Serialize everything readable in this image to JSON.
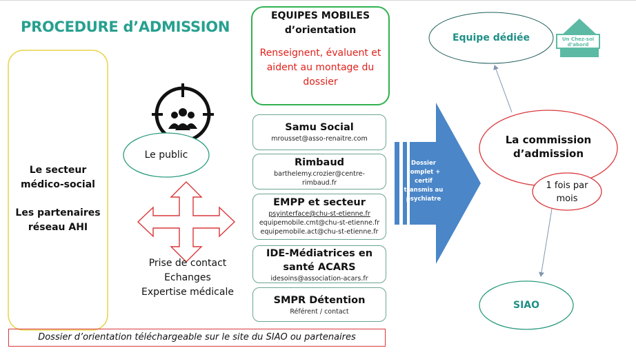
{
  "title": "PROCEDURE d’ADMISSION",
  "left_panel": {
    "line1": "Le secteur",
    "line2": "médico-social",
    "line3": "Les partenaires",
    "line4": "réseau AHI"
  },
  "public": {
    "label": "Le public"
  },
  "actions": [
    "Prise de contact",
    "Echanges",
    "Expertise médicale"
  ],
  "equipes_mobiles": {
    "title1": "EQUIPES MOBILES",
    "title2": "d’orientation",
    "desc": "Renseignent, évaluent et aident au montage du dossier"
  },
  "partners": [
    {
      "name": "Samu Social",
      "contacts": [
        "mrousset@asso-renaitre.com"
      ]
    },
    {
      "name": "Rimbaud",
      "contacts": [
        "barthelemy.crozier@centre-rimbaud.fr"
      ]
    },
    {
      "name": "EMPP et secteur",
      "link": "psyinterface@chu-st-etienne.fr",
      "contacts": [
        "equipemobile.cmt@chu-st-etienne.fr",
        "equipemobile.act@chu-st-etienne.fr"
      ]
    },
    {
      "name": "IDE-Médiatrices en santé ACARS",
      "contacts": [
        "idesoins@association-acars.fr"
      ]
    },
    {
      "name": "SMPR Détention",
      "contacts": [
        "Référent / contact"
      ]
    }
  ],
  "arrow_text": "Dossier complet + certif transmis au psychiatre",
  "commission": {
    "label": "La commission d’admission",
    "frequency": "1 fois par mois"
  },
  "equipe_dediee": "Equipe dédiée",
  "logo": {
    "text": "Un Chez-soi d’abord"
  },
  "siao": "SIAO",
  "footer": "Dossier d’orientation téléchargeable sur le site du SIAO ou partenaires",
  "colors": {
    "teal": "#27a08f",
    "red": "#d9363a",
    "blue": "#4a86c8",
    "green": "#2fb04e",
    "yellow": "#e8d44a"
  }
}
